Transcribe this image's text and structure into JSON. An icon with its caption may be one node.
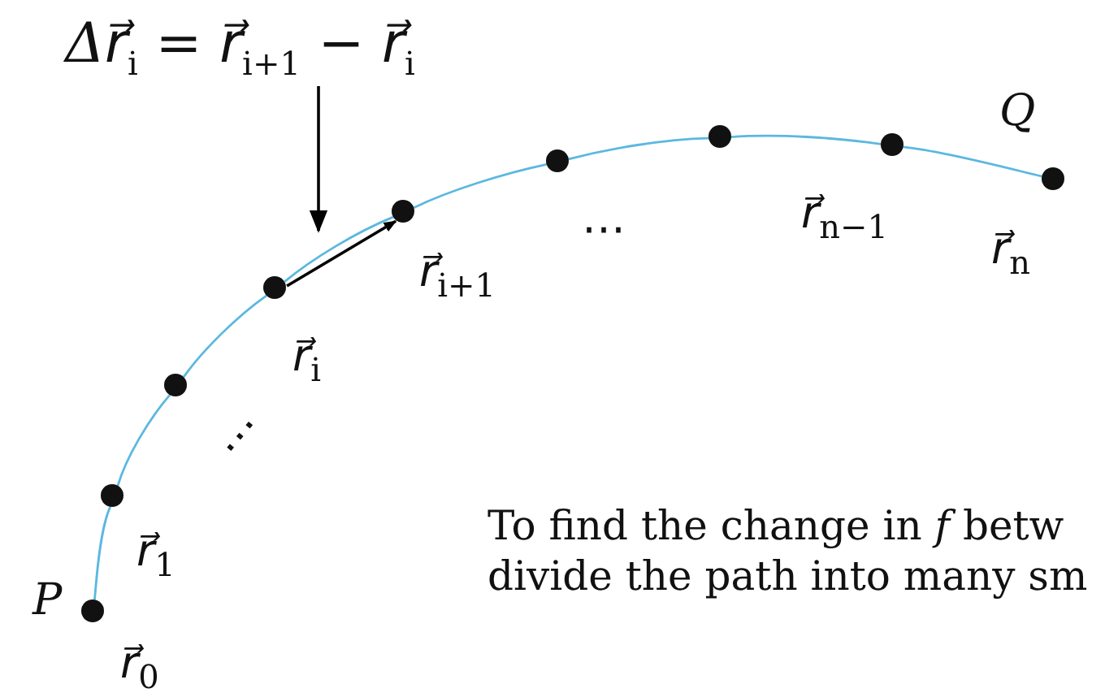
{
  "diagram": {
    "nodes": [
      {
        "text": [],
        "shape": "circle",
        "beside": [
          "*P*",
          "*r⃗*$_{0}$"
        ]
      },
      {
        "text": [],
        "shape": "circle",
        "beside": [
          "*r⃗*$_{1}$"
        ]
      },
      {
        "text": [],
        "shape": "circle"
      },
      {
        "text": [],
        "shape": "circle",
        "beside": [
          "*r⃗*$_{i}$"
        ]
      },
      {
        "text": [],
        "shape": "circle",
        "beside": [
          "*r⃗*$_{i+1}$"
        ]
      },
      {
        "text": [],
        "shape": "circle"
      },
      {
        "text": [],
        "shape": "circle"
      },
      {
        "text": [],
        "shape": "circle",
        "beside": [
          "*r⃗*$_{n−1}$"
        ]
      },
      {
        "text": [],
        "shape": "circle",
        "beside": [
          "*Q*",
          "*r⃗*$_{n}$"
        ]
      },
      {
        "text": [
          "*Δr⃗*$_{i}$ = *r⃗*$_{i+1}$ − *r⃗*$_{i}$"
        ]
      }
    ],
    "edges": [
      {
        "from": 0,
        "to": 1,
        "arrow": "none"
      },
      {
        "from": 1,
        "to": 2,
        "arrow": "none"
      },
      {
        "from": 2,
        "to": 3,
        "arrow": "none"
      },
      {
        "from": 3,
        "to": 4,
        "arrow": "none"
      },
      {
        "from": 4,
        "to": 5,
        "arrow": "none"
      },
      {
        "from": 5,
        "to": 6,
        "arrow": "none"
      },
      {
        "from": 6,
        "to": 7,
        "arrow": "none"
      },
      {
        "from": 7,
        "to": 8,
        "arrow": "none"
      },
      {
        "from": 3,
        "to": 4,
        "arrow": "to",
        "color": "#000000"
      },
      {
        "from": 9,
        "to": null,
        "arrow": "to",
        "color": "#000000"
      }
    ],
    "labels": [
      "⋯",
      "⋯",
      "To find the change in *f* betw divide the path into many sm"
    ]
  }
}
